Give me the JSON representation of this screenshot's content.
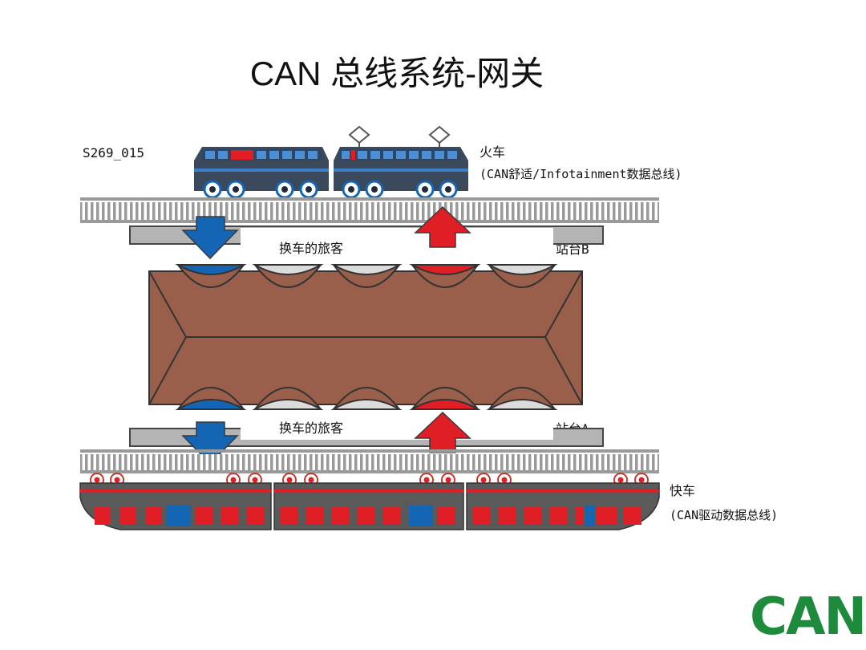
{
  "title": "CAN 总线系统-网关",
  "figure_code": "S269_015",
  "top_train": {
    "label": "火车",
    "sublabel": "(CAN舒适/Infotainment数据总线)"
  },
  "bottom_train": {
    "label": "快车",
    "sublabel": "(CAN驱动数据总线)"
  },
  "station_b": "站台B",
  "station_a": "站台A",
  "transfer_top": "换车的旅客",
  "transfer_bottom": "换车的旅客",
  "logo": "CAN",
  "colors": {
    "gateway_brown": "#9a5f4b",
    "blue": "#1565b5",
    "red": "#e01e26",
    "train_navy": "#2f4560",
    "logo_green": "#1e8a3c"
  }
}
